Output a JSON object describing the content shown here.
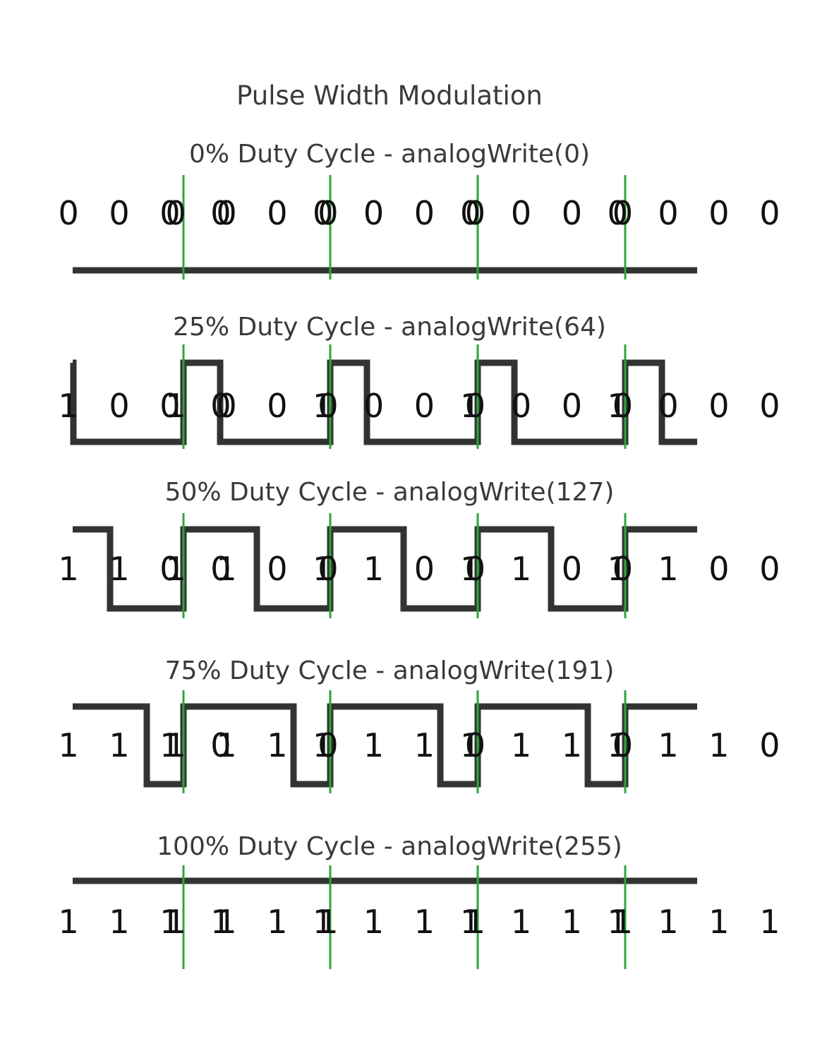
{
  "title": "Pulse Width Modulation",
  "colors": {
    "waveform": "#333333",
    "period_marker": "#2ca63c",
    "text": "#3a3a3a",
    "background": "#ffffff"
  },
  "rows": [
    {
      "heading": "0% Duty Cycle - analogWrite(0)",
      "duty": 0,
      "pattern": [
        0,
        0,
        0,
        0
      ],
      "bits": [
        "0 0 0 0",
        "0 0 0 0",
        "0 0 0 0",
        "0 0 0 0",
        "0 0 0 0"
      ]
    },
    {
      "heading": "25% Duty Cycle - analogWrite(64)",
      "duty": 0.25,
      "pattern": [
        1,
        0,
        0,
        0
      ],
      "bits": [
        "1 0 0 0",
        "1 0 0 0",
        "1 0 0 0",
        "1 0 0 0",
        "1 0 0 0"
      ]
    },
    {
      "heading": "50% Duty Cycle - analogWrite(127)",
      "duty": 0.5,
      "pattern": [
        1,
        1,
        0,
        0
      ],
      "bits": [
        "1 1 0 0",
        "1 1 0 0",
        "1 1 0 0",
        "1 1 0 0",
        "1 1 0 0"
      ]
    },
    {
      "heading": "75% Duty Cycle - analogWrite(191)",
      "duty": 0.75,
      "pattern": [
        1,
        1,
        1,
        0
      ],
      "bits": [
        "1 1 1 0",
        "1 1 1 0",
        "1 1 1 0",
        "1 1 1 0",
        "1 1 1 0"
      ]
    },
    {
      "heading": "100% Duty Cycle - analogWrite(255)",
      "duty": 1,
      "pattern": [
        1,
        1,
        1,
        1
      ],
      "bits": [
        "1 1 1 1",
        "1 1 1 1",
        "1 1 1 1",
        "1 1 1 1",
        "1 1 1 1"
      ]
    }
  ]
}
